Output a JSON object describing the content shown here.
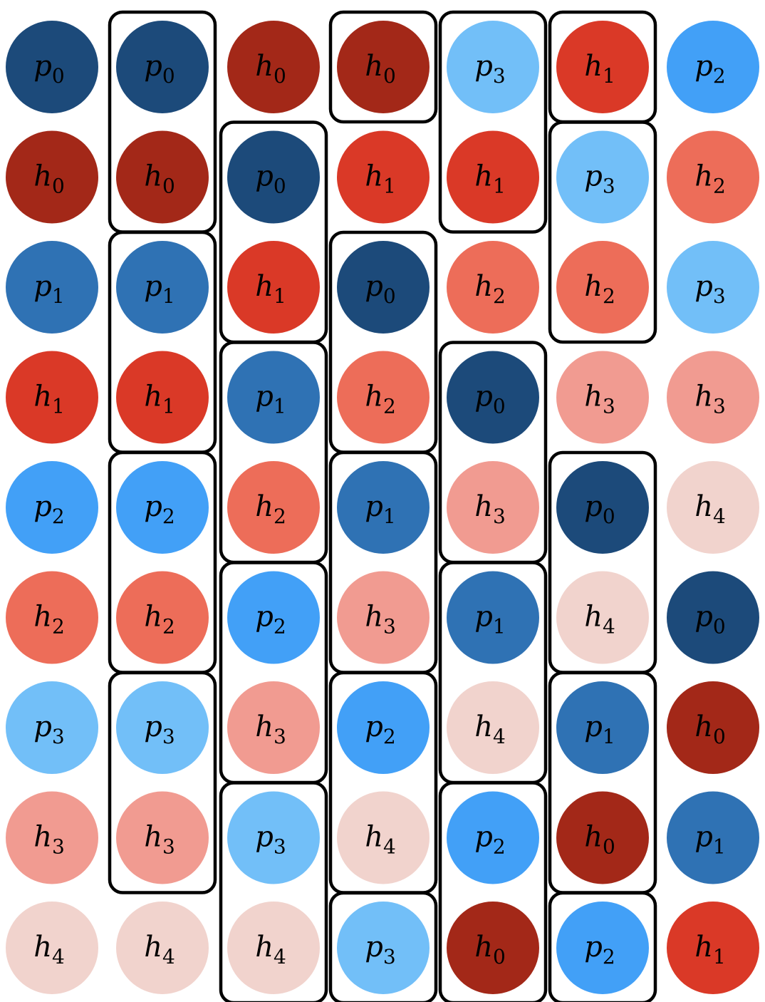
{
  "colors": {
    "p0": "#1c4a7a",
    "p1": "#2f72b4",
    "p2": "#42a0f7",
    "p3": "#72bff8",
    "h0": "#a32818",
    "h1": "#da3927",
    "h2": "#ed6d59",
    "h3": "#f19b91",
    "h4": "#f1d3cd",
    "outline": "#000000",
    "label": "#000000"
  },
  "columns": [
    [
      "p0",
      "h0",
      "p1",
      "h1",
      "p2",
      "h2",
      "p3",
      "h3",
      "h4"
    ],
    [
      "p0",
      "h0",
      "p1",
      "h1",
      "p2",
      "h2",
      "p3",
      "h3",
      "h4"
    ],
    [
      "h0",
      "p0",
      "h1",
      "p1",
      "h2",
      "p2",
      "h3",
      "p3",
      "h4"
    ],
    [
      "h0",
      "h1",
      "p0",
      "h2",
      "p1",
      "h3",
      "p2",
      "h4",
      "p3"
    ],
    [
      "p3",
      "h1",
      "h2",
      "p0",
      "h3",
      "p1",
      "h4",
      "p2",
      "h0"
    ],
    [
      "h1",
      "p3",
      "h2",
      "h3",
      "p0",
      "h4",
      "p1",
      "h0",
      "p2"
    ],
    [
      "p2",
      "h2",
      "p3",
      "h3",
      "h4",
      "p0",
      "h0",
      "p1",
      "h1"
    ]
  ],
  "groups": [
    {
      "col": 1,
      "rows": [
        0,
        1
      ]
    },
    {
      "col": 1,
      "rows": [
        2,
        3
      ]
    },
    {
      "col": 1,
      "rows": [
        4,
        5
      ]
    },
    {
      "col": 1,
      "rows": [
        6,
        7
      ]
    },
    {
      "col": 2,
      "rows": [
        1,
        2
      ]
    },
    {
      "col": 2,
      "rows": [
        3,
        4
      ]
    },
    {
      "col": 2,
      "rows": [
        5,
        6
      ]
    },
    {
      "col": 2,
      "rows": [
        7,
        8
      ]
    },
    {
      "col": 3,
      "rows": [
        0
      ]
    },
    {
      "col": 3,
      "rows": [
        2,
        3
      ]
    },
    {
      "col": 3,
      "rows": [
        4,
        5
      ]
    },
    {
      "col": 3,
      "rows": [
        6,
        7
      ]
    },
    {
      "col": 3,
      "rows": [
        8
      ]
    },
    {
      "col": 4,
      "rows": [
        0,
        1
      ]
    },
    {
      "col": 4,
      "rows": [
        3,
        4
      ]
    },
    {
      "col": 4,
      "rows": [
        5,
        6
      ]
    },
    {
      "col": 4,
      "rows": [
        7,
        8
      ]
    },
    {
      "col": 5,
      "rows": [
        0
      ]
    },
    {
      "col": 5,
      "rows": [
        1,
        2
      ]
    },
    {
      "col": 5,
      "rows": [
        4,
        5
      ]
    },
    {
      "col": 5,
      "rows": [
        6,
        7
      ]
    },
    {
      "col": 5,
      "rows": [
        8
      ]
    }
  ]
}
